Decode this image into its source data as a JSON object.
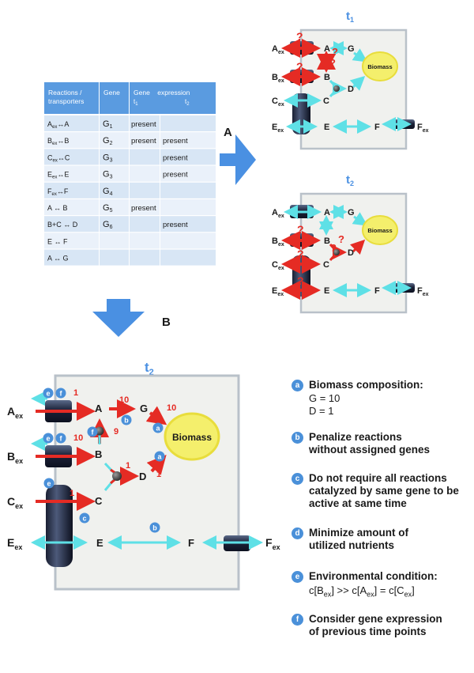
{
  "table": {
    "headers": {
      "reactions": "Reactions /",
      "reactions2": "transporters",
      "gene": "Gene",
      "expression": "Gene    expression",
      "t1": "t",
      "t1_sub": "1",
      "t2": "t",
      "t2_sub": "2"
    },
    "rows": [
      {
        "reaction": "A",
        "reaction_sub": "ex",
        "reaction_rest": "↔A",
        "gene": "G",
        "gene_sub": "1",
        "t1": "present",
        "t2": ""
      },
      {
        "reaction": "B",
        "reaction_sub": "ex",
        "reaction_rest": "↔B",
        "gene": "G",
        "gene_sub": "2",
        "t1": "present",
        "t2": "present"
      },
      {
        "reaction": "C",
        "reaction_sub": "ex",
        "reaction_rest": "↔C",
        "gene": "G",
        "gene_sub": "3",
        "t1": "",
        "t2": "present"
      },
      {
        "reaction": "E",
        "reaction_sub": "ex",
        "reaction_rest": "↔E",
        "gene": "G",
        "gene_sub": "3",
        "t1": "",
        "t2": "present"
      },
      {
        "reaction": "F",
        "reaction_sub": "ex",
        "reaction_rest": "↔F",
        "gene": "G",
        "gene_sub": "4",
        "t1": "",
        "t2": ""
      },
      {
        "reaction": "A ↔ B",
        "reaction_sub": "",
        "reaction_rest": "",
        "gene": "G",
        "gene_sub": "5",
        "t1": "present",
        "t2": ""
      },
      {
        "reaction": "B+C ↔ D",
        "reaction_sub": "",
        "reaction_rest": "",
        "gene": "G",
        "gene_sub": "6",
        "t1": "",
        "t2": "present"
      },
      {
        "reaction": "E ↔ F",
        "reaction_sub": "",
        "reaction_rest": "",
        "gene": "",
        "gene_sub": "",
        "t1": "",
        "t2": ""
      },
      {
        "reaction": "A ↔ G",
        "reaction_sub": "",
        "reaction_rest": "",
        "gene": "",
        "gene_sub": "",
        "t1": "",
        "t2": ""
      }
    ]
  },
  "arrows": {
    "a_label": "A",
    "b_label": "B"
  },
  "cell_t1": {
    "title": "t",
    "title_sub": "1",
    "nodes": {
      "A": "A",
      "B": "B",
      "C": "C",
      "D": "D",
      "E": "E",
      "F": "F",
      "G": "G"
    },
    "ext": {
      "A": "A",
      "B": "B",
      "C": "C",
      "E": "E",
      "F": "F",
      "sub": "ex"
    },
    "biomass": "Biomass",
    "question": "?"
  },
  "cell_t2": {
    "title": "t",
    "title_sub": "2",
    "nodes": {
      "A": "A",
      "B": "B",
      "C": "C",
      "D": "D",
      "E": "E",
      "F": "F",
      "G": "G"
    },
    "ext": {
      "A": "A",
      "B": "B",
      "C": "C",
      "E": "E",
      "F": "F",
      "sub": "ex"
    },
    "biomass": "Biomass",
    "question": "?"
  },
  "cell_big": {
    "title": "t",
    "title_sub": "2",
    "nodes": {
      "A": "A",
      "B": "B",
      "C": "C",
      "D": "D",
      "E": "E",
      "F": "F",
      "G": "G"
    },
    "ext": {
      "A": "A",
      "B": "B",
      "C": "C",
      "E": "E",
      "F": "F",
      "sub": "ex"
    },
    "biomass": "Biomass",
    "flux": {
      "a_in": "1",
      "b_in": "10",
      "c_in": "1",
      "ag": "10",
      "gbio": "10",
      "ab": "9",
      "bcd": "1",
      "dbio": "1"
    },
    "badges": {
      "e": "e",
      "f": "f",
      "b": "b",
      "a": "a",
      "c": "c"
    }
  },
  "legend": [
    {
      "key": "a",
      "text": "Biomass composition:",
      "sub1": "G = 10",
      "sub2": "D = 1"
    },
    {
      "key": "b",
      "text": "Penalize reactions without assigned genes"
    },
    {
      "key": "c",
      "text": "Do not require all reactions catalyzed by same gene to be active at same time"
    },
    {
      "key": "d",
      "text": "Minimize amount of utilized nutrients"
    },
    {
      "key": "e",
      "text": "Environmental condition:",
      "formula": "c[B",
      "f_sub1": "ex",
      "f_mid": "] >> c[A",
      "f_sub2": "ex",
      "f_mid2": "] = c[C",
      "f_sub3": "ex",
      "f_end": "]"
    },
    {
      "key": "f",
      "text": "Consider gene expression of previous time points"
    }
  ],
  "colors": {
    "blue": "#4a90d9",
    "header": "#5a9be0",
    "rowA": "#d8e6f5",
    "rowB": "#eaf1fa",
    "cyan": "#5ee0e6",
    "red": "#e52b24",
    "biomass": "#f4ef6c",
    "cell": "#f0f1ee"
  }
}
